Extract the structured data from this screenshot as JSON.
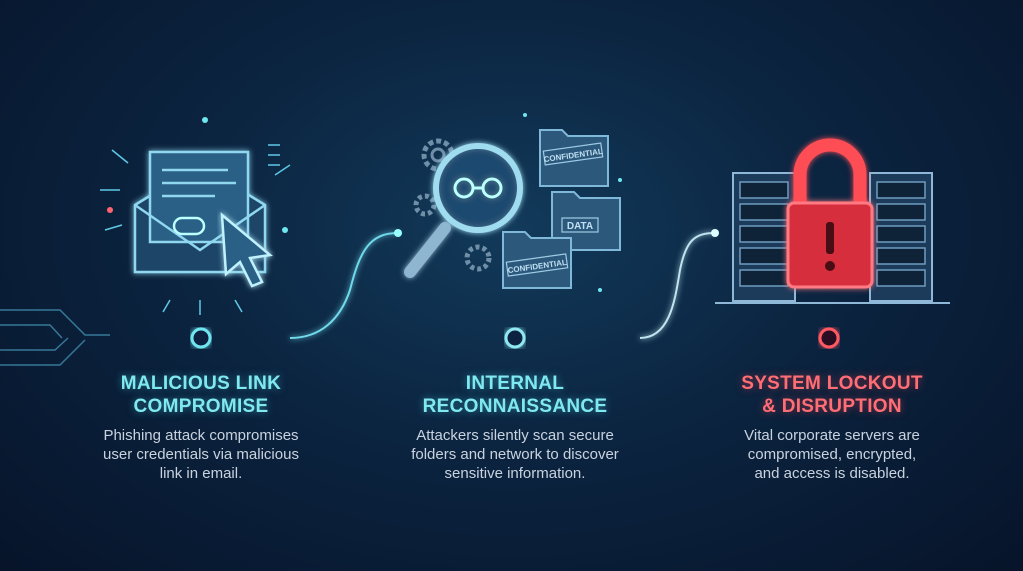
{
  "steps": [
    {
      "title_line1": "MALICIOUS LINK",
      "title_line2": "COMPROMISE",
      "description": [
        "Phishing attack compromises",
        "user credentials via malicious",
        "link in email."
      ]
    },
    {
      "title_line1": "INTERNAL",
      "title_line2": "RECONNAISSANCE",
      "description": [
        "Attackers silently scan secure",
        "folders and network to discover",
        "sensitive information."
      ]
    },
    {
      "title_line1": "SYSTEM LOCKOUT",
      "title_line2": "& DISRUPTION",
      "description": [
        "Vital corporate servers are",
        "compromised, encrypted,",
        "and access is disabled."
      ]
    }
  ],
  "folder_labels": [
    "CONFIDENTIAL",
    "DATA",
    "CONFIDENTIAL"
  ],
  "colors": {
    "accent": "#5fe3ef",
    "alert": "#ff4d57",
    "background": "#0b2440"
  }
}
